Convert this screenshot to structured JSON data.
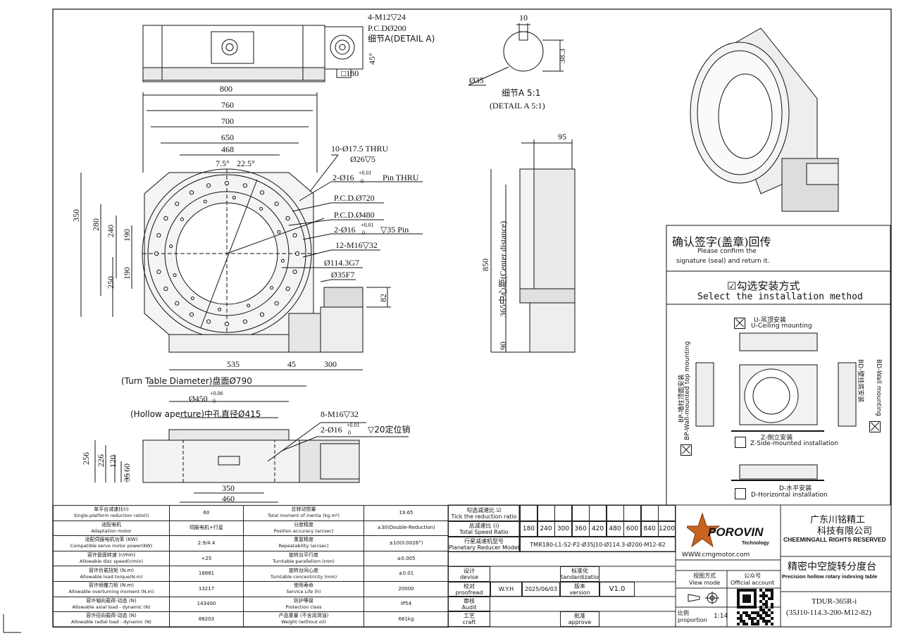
{
  "top_view": {
    "dims": {
      "d_800": "800",
      "d_760": "760",
      "d_700": "700",
      "d_650": "650",
      "d_468": "468",
      "d_350": "350",
      "d_280": "280",
      "d_240": "240",
      "d_190a": "190",
      "d_190b": "190",
      "d_250": "250",
      "d_535": "535",
      "d_45": "45",
      "d_300": "300",
      "d_82": "82",
      "angle1": "7.5°",
      "angle2": "22.5°"
    },
    "callouts": {
      "thru": "10-Ø17.5 THRU",
      "cbore": "Ø26▽5",
      "pin_thru": "2-Ø16",
      "pin_thru_tol": "+0.01",
      "pin_thru_tol0": "0",
      "pin_thru_tail": "Pin THRU",
      "pcd720": "P.C.D.Ø720",
      "pcd480": "P.C.D.Ø480",
      "pin35": "2-Ø16",
      "pin35_tol": "+0.01",
      "pin35_tol0": "0",
      "pin35_tail": "▽35 Pin",
      "m16": "12-M16▽32",
      "bore": "Ø114.3G7",
      "f7": "Ø35F7"
    }
  },
  "motor_detail": {
    "m12": "4-M12▽24",
    "pcd": "P.C.DØ200",
    "detail_ref": "细节A(DETAIL A)",
    "angle": "45°",
    "d180": "□180"
  },
  "detail_a": {
    "width": "10",
    "height": "38.3",
    "dia": "Ø35",
    "caption_cn": "细节A 5:1",
    "caption_en": "(DETAIL A 5:1)"
  },
  "side_view": {
    "d95": "95",
    "d850": "850",
    "center": "365中心距(Center distance)",
    "d90": "90"
  },
  "front_view": {
    "turn_table": "(Turn Table Diameter)盘面Ø790",
    "d450": "Ø450",
    "d450_tol": "+0.06",
    "d450_tol0": "0",
    "hollow": "(Hollow aperture)中孔直径Ø415",
    "m16": "8-M16▽32",
    "pin": "2-Ø16",
    "pin_tol": "+0.01",
    "pin_tol0": "0",
    "pin_tail": "▽20定位销",
    "d256": "256",
    "d226": "226",
    "d120": "120",
    "d60": "60",
    "d35": "35",
    "d350": "350",
    "d460": "460"
  },
  "confirm": {
    "title_cn": "确认签字(盖章)回传",
    "line1": "Please confirm the",
    "line2": "signature (seal) and return it."
  },
  "install": {
    "title_cn": "☑勾选安装方式",
    "title_en": "Select the installation method",
    "u_cn": "U-吊顶安装",
    "u_en": "U-Ceiling mounting",
    "bp_cn": "BP-墙柱顶面安装",
    "bp_en": "BP-Wall-mounted top mounting",
    "bd_cn": "BD-壁挂底安装",
    "bd_en": "BD-Wall mounting",
    "z_cn": "Z-侧立安装",
    "z_en": "Z-Side-mounted installation",
    "d_cn": "D-水平安装",
    "d_en": "D-Horizontal installation",
    "checked": {
      "u": true,
      "bp": true,
      "bd": true,
      "z": false,
      "d": false
    }
  },
  "specs": [
    {
      "l_cn": "单平台减速比(i)",
      "l_en": "Single-platform reduction ratio(i)",
      "l_val": "60",
      "r_cn": "总转动惯量",
      "r_en": "Total moment of inertia (kg.m²)",
      "r_val": "19.65"
    },
    {
      "l_cn": "适配电机",
      "l_en": "Adaptation motor",
      "l_val": "伺服电机+行星",
      "r_cn": "分度精度",
      "r_en": "Position accuracy (arcsec)",
      "r_val": "±30(Double-Reduction)"
    },
    {
      "l_cn": "适配伺服电机功率 (KW)",
      "l_en": "Compatible servo motor power(KW)",
      "l_val": "2.9/4.4",
      "r_cn": "重复精度",
      "r_en": "Repeatability (arcsec)",
      "r_val": "±10(0.0026°)"
    },
    {
      "l_cn": "容许盘面转速 (r/min)",
      "l_en": "Allowable disc speed(r/min)",
      "l_val": "<25",
      "r_cn": "旋转台平行度",
      "r_en": "Turntable parallelism (mm)",
      "r_val": "±0.005"
    },
    {
      "l_cn": "容许负载扭矩 (N.m)",
      "l_en": "Allowable load torque(N.m)",
      "l_val": "18881",
      "r_cn": "旋转台同心度",
      "r_en": "Turntable concentricity (mm)",
      "r_val": "±0.01"
    },
    {
      "l_cn": "容许倾覆力矩 (N.m)",
      "l_en": "Allowable overturning moment (N.m)",
      "l_val": "13217",
      "r_cn": "使用寿命",
      "r_en": "Service Life (h)",
      "r_val": "20000"
    },
    {
      "l_cn": "容许轴向载荷-动态 (N)",
      "l_en": "Allowable axial load - dynamic (N)",
      "l_val": "143400",
      "r_cn": "防护等级",
      "r_en": "Protection class",
      "r_val": "IP54"
    },
    {
      "l_cn": "容许径向载荷-动态 (N)",
      "l_en": "Allowable radial load - dynamic (N)",
      "l_val": "88203",
      "r_cn": "产品重量 (不含润滑油)",
      "r_en": "Weight (without oil)",
      "r_val": "661kg"
    }
  ],
  "ratio": {
    "tick_cn": "勾选减速比 ☑",
    "tick_en": "Tick the reduction ratio",
    "total_cn": "总减速比 (i)",
    "total_en": "Total Speed Ratio",
    "values": [
      "180",
      "240",
      "300",
      "360",
      "420",
      "480",
      "600",
      "840",
      "1200"
    ],
    "model_cn": "行星减速机型号",
    "model_en": "Planetary Reducer Model",
    "model_val": "TMR180-L1-S2-P2-Ø35J10-Ø114.3-Ø200-M12-82"
  },
  "approvals": {
    "devise_cn": "设计",
    "devise_en": "devise",
    "proof_cn": "校对",
    "proof_en": "proofread",
    "proof_name": "W.Y.H",
    "proof_date": "2025/06/03",
    "audit_cn": "审核",
    "audit_en": "Audit",
    "craft_cn": "工艺",
    "craft_en": "craft",
    "std_cn": "标准化",
    "std_en": "standardization",
    "ver_cn": "版本",
    "ver_en": "version",
    "ver_val": "V1.0",
    "approve_cn": "批准",
    "approve_en": "approve"
  },
  "title_block": {
    "logo": "POROVIN",
    "logo_sub": "Technology",
    "website": "WWW.cmgmotor.com",
    "company_cn1": "广东川铭精工",
    "company_cn2": "科技有限公司",
    "rights": "CHEEMINGALL RIGHTS RESERVED",
    "product_cn": "精密中空旋转分度台",
    "product_en": "Precision hollow rotary indexing table",
    "view_cn": "视图方式",
    "view_en": "View mode",
    "tol_cn": "公众号",
    "tol_en": "Official account",
    "scale_cn": "比例",
    "scale_en": "proportion",
    "scale_val": "1:14",
    "part_no": "TDUR-365R-i",
    "part_spec": "(35J10-114.3-200-M12-82)"
  }
}
